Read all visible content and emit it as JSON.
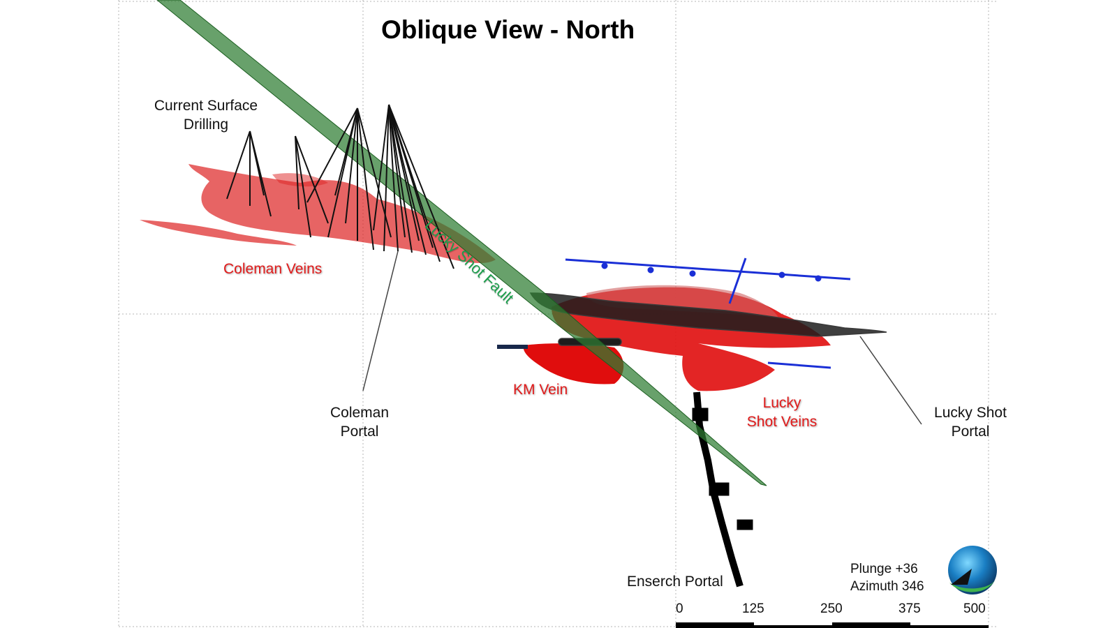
{
  "title": "Oblique View - North",
  "labels": {
    "surface_drilling_1": "Current Surface",
    "surface_drilling_2": "Drilling",
    "coleman_veins": "Coleman Veins",
    "lucky_shot_fault": "Lucky Shot Fault",
    "km_vein": "KM Vein",
    "lucky_shot_veins_1": "Lucky",
    "lucky_shot_veins_2": "Shot Veins",
    "coleman_portal_1": "Coleman",
    "coleman_portal_2": "Portal",
    "lucky_shot_portal_1": "Lucky Shot",
    "lucky_shot_portal_2": "Portal",
    "enserch_portal": "Enserch Portal"
  },
  "orientation": {
    "plunge": "Plunge +36",
    "azimuth": "Azimuth 346"
  },
  "scale_bar": {
    "ticks": [
      "0",
      "125",
      "250",
      "375",
      "500"
    ]
  },
  "colors": {
    "vein_red": "#e11a1a",
    "fault_green": "#2e7d32",
    "workings_blue": "#1a2fd6",
    "drillholes_black": "#111111"
  }
}
